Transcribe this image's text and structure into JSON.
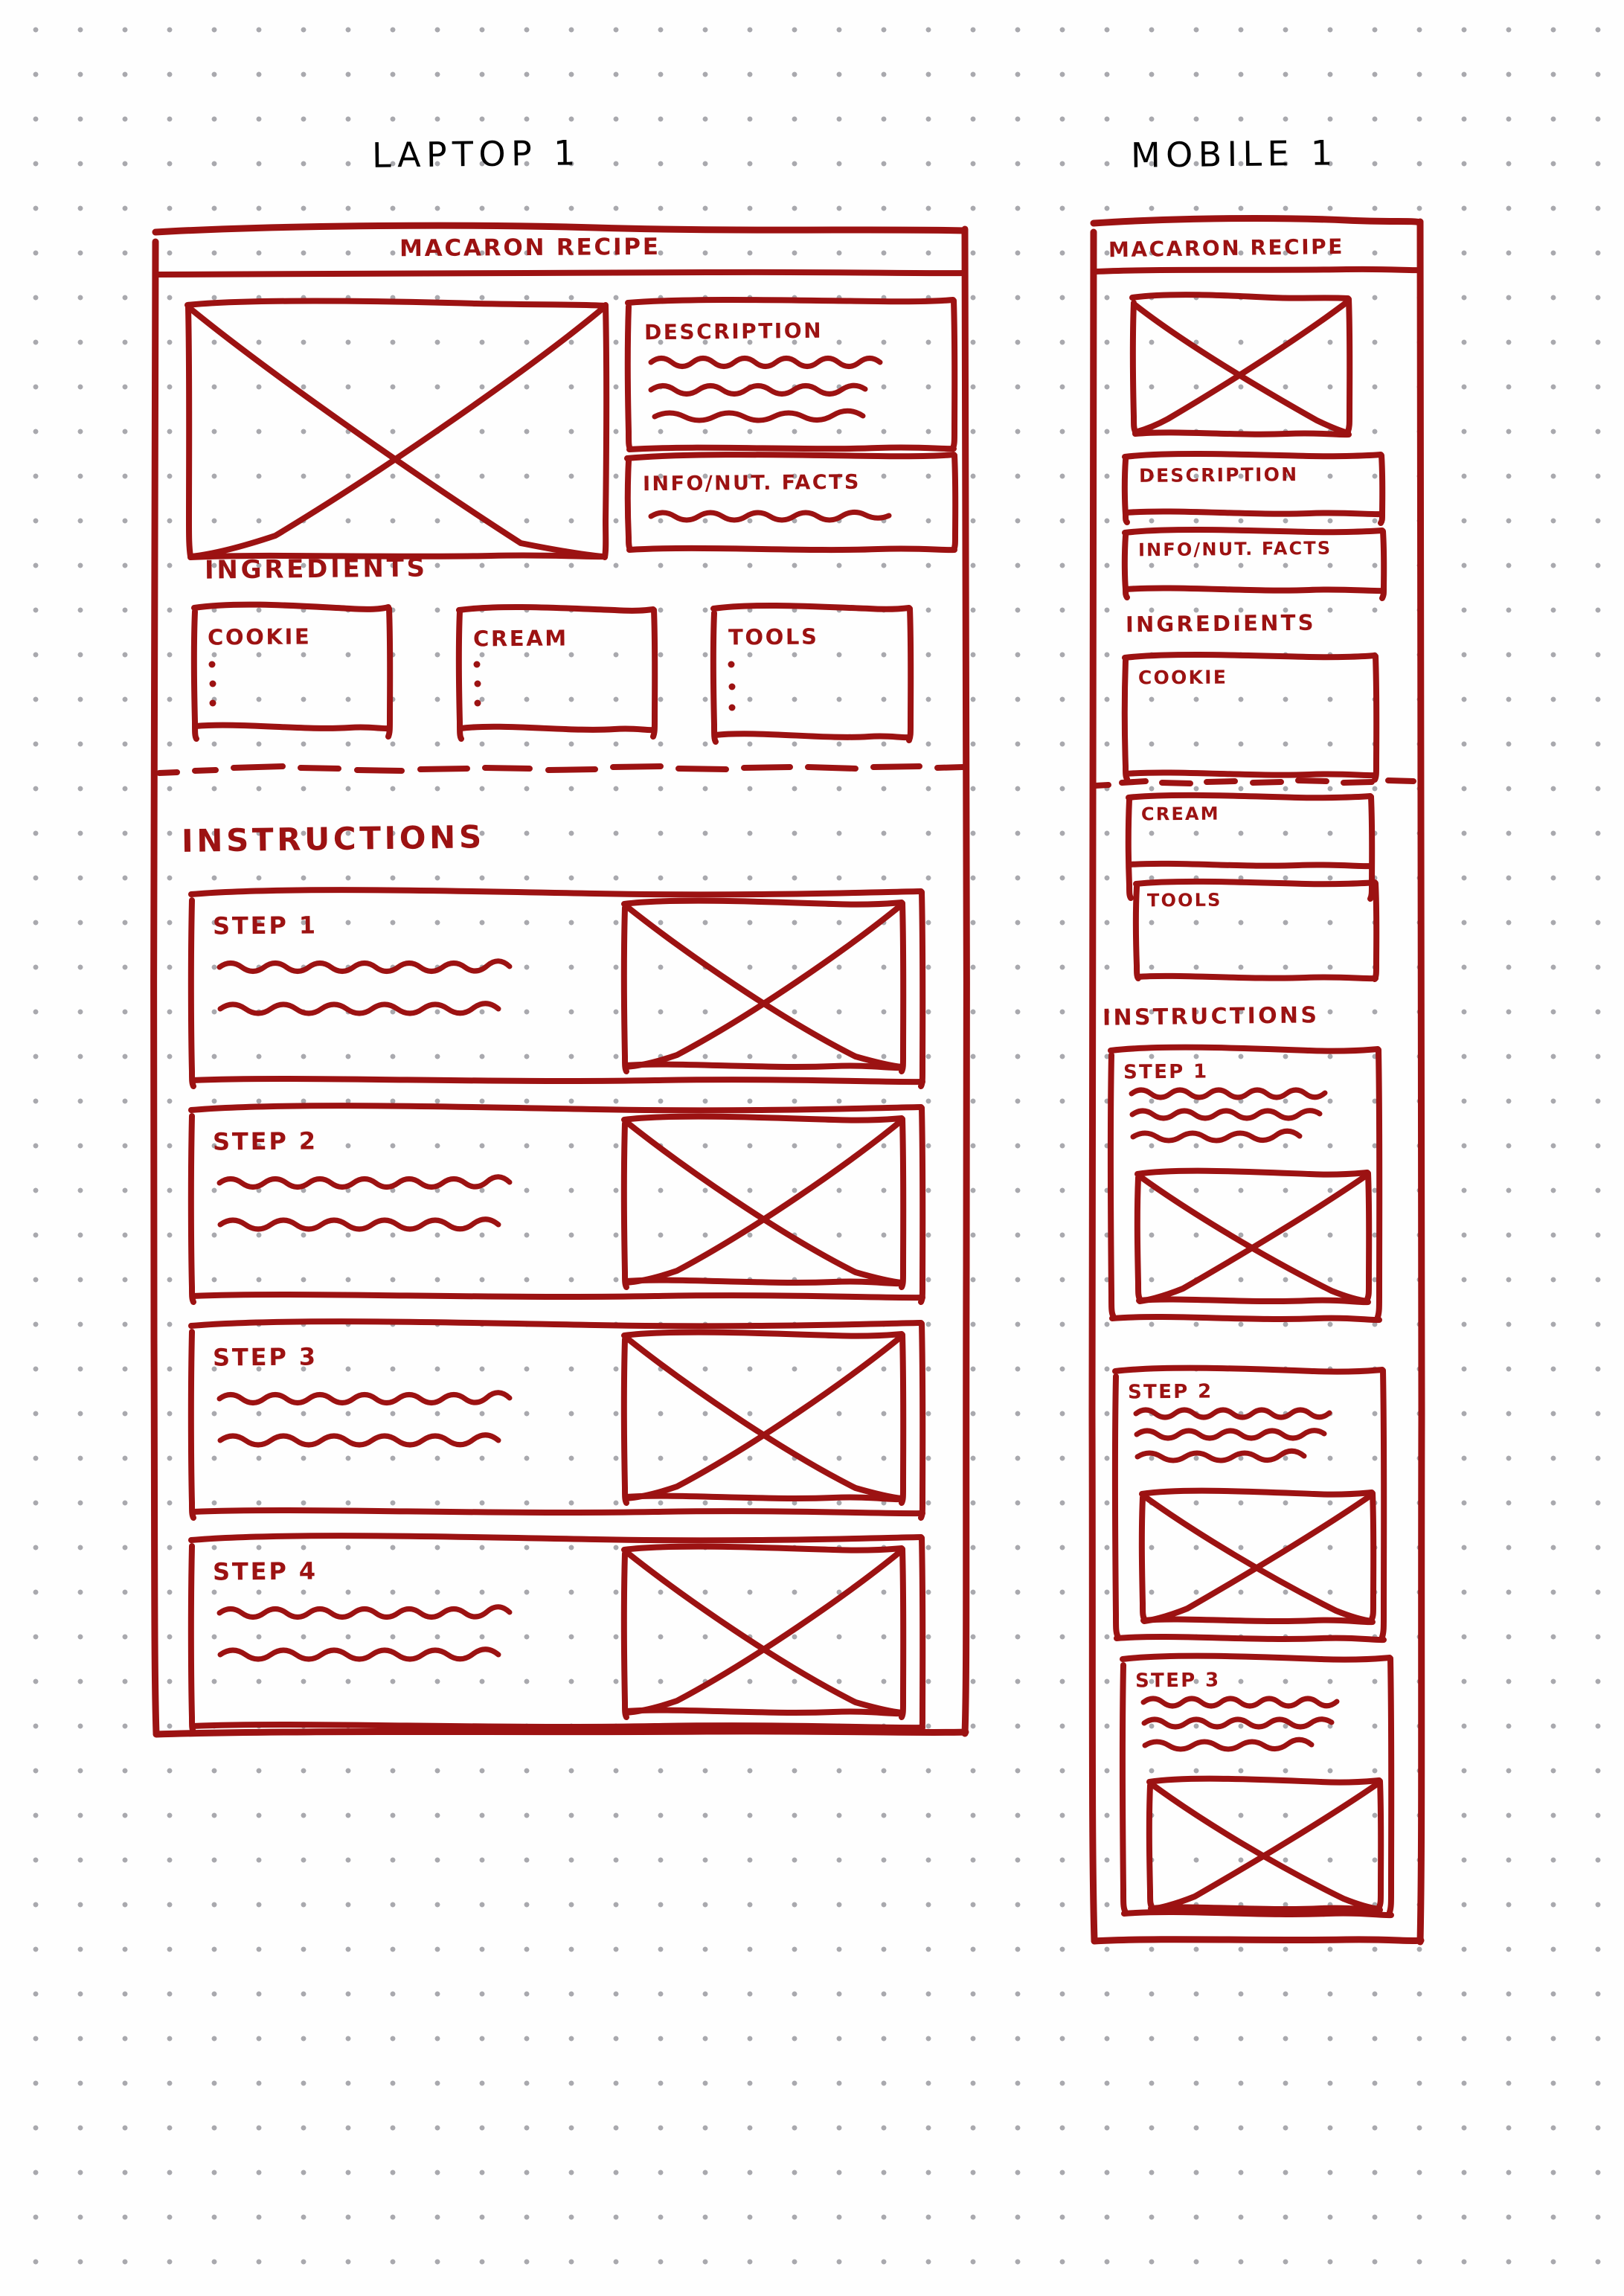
{
  "sheet": {
    "paper": "dot-grid",
    "ink_color": "#9c1212",
    "dot_color": "#a9a9ae",
    "background_color": "#fefefe"
  },
  "screens": [
    {
      "id": "laptop",
      "title": "LAPTOP 1",
      "header": "MACARON RECIPE",
      "hero": {
        "label": "hero-image-placeholder"
      },
      "side_panels": [
        {
          "label": "DESCRIPTION",
          "text_lines": 3
        },
        {
          "label": "INFO/NUT. FACTS",
          "text_lines": 1
        }
      ],
      "ingredients": {
        "heading": "INGREDIENTS",
        "columns": [
          {
            "label": "COOKIE",
            "bullets": 3
          },
          {
            "label": "CREAM",
            "bullets": 3
          },
          {
            "label": "TOOLS",
            "bullets": 3
          }
        ]
      },
      "fold_label": "fold-line",
      "instructions": {
        "heading": "INSTRUCTIONS",
        "steps": [
          {
            "label": "STEP 1",
            "text_lines": 2,
            "has_image": true
          },
          {
            "label": "STEP 2",
            "text_lines": 2,
            "has_image": true
          },
          {
            "label": "STEP 3",
            "text_lines": 2,
            "has_image": true
          },
          {
            "label": "STEP 4",
            "text_lines": 2,
            "has_image": true
          }
        ]
      }
    },
    {
      "id": "mobile",
      "title": "MOBILE 1",
      "header": "MACARON RECIPE",
      "hero": {
        "label": "hero-image-placeholder"
      },
      "panels": [
        {
          "label": "DESCRIPTION"
        },
        {
          "label": "INFO/NUT. FACTS"
        }
      ],
      "ingredients": {
        "heading": "INGREDIENTS",
        "columns": [
          {
            "label": "COOKIE"
          },
          {
            "label": "CREAM"
          },
          {
            "label": "TOOLS"
          }
        ]
      },
      "instructions": {
        "heading": "INSTRUCTIONS",
        "steps": [
          {
            "label": "STEP 1",
            "text_lines": 3,
            "has_image": true
          },
          {
            "label": "STEP 2",
            "text_lines": 3,
            "has_image": true
          },
          {
            "label": "STEP 3",
            "text_lines": 3,
            "has_image": true
          }
        ]
      }
    }
  ]
}
